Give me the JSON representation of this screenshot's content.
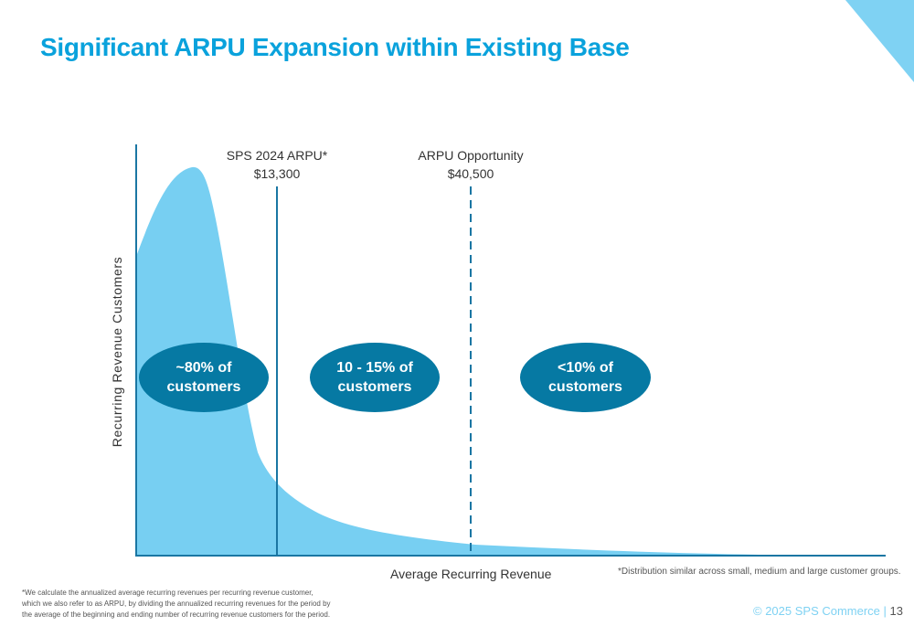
{
  "title": "Significant ARPU Expansion within Existing Base",
  "chart_data": {
    "type": "area",
    "title": "Significant ARPU Expansion within Existing Base",
    "xlabel": "Average Recurring Revenue",
    "ylabel": "Recurring Revenue Customers",
    "grid": false,
    "reference_lines": [
      {
        "label": "SPS 2024 ARPU*",
        "value_label": "$13,300",
        "style": "solid"
      },
      {
        "label": "ARPU Opportunity",
        "value_label": "$40,500",
        "style": "dashed"
      }
    ],
    "segments": [
      {
        "line1": "~80% of",
        "line2": "customers"
      },
      {
        "line1": "10 - 15% of",
        "line2": "customers"
      },
      {
        "line1": "<10% of",
        "line2": "customers"
      }
    ],
    "colors": {
      "fill": "#77cff2",
      "axis": "#1a76a3",
      "oval": "#0679a3",
      "title": "#0aa2dc"
    }
  },
  "distribution_note": "*Distribution similar across small, medium and large customer groups.",
  "footnote": "*We calculate the annualized average recurring revenues per recurring revenue customer, which we also refer to as ARPU, by dividing the annualized recurring revenues for the period by the average of the beginning and ending number of recurring revenue customers for the period.",
  "copyright": "© 2025 SPS Commerce |",
  "page_number": "13"
}
